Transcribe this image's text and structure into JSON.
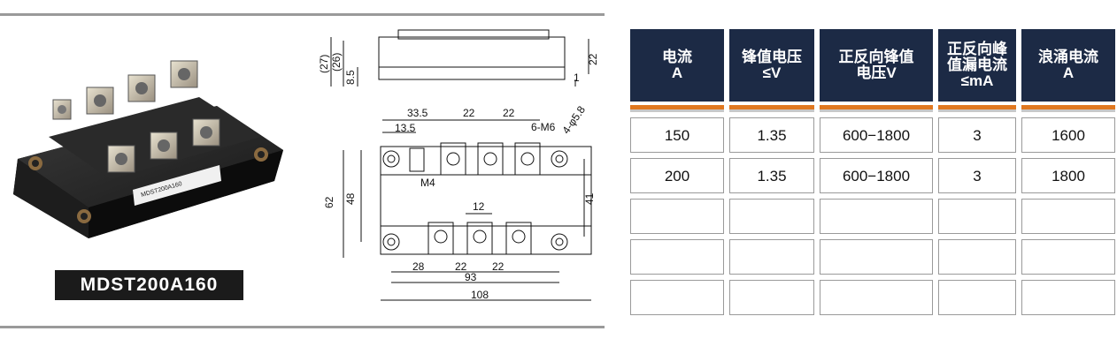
{
  "product": {
    "model": "MDST200A160",
    "case_marking": "MDST200A160"
  },
  "drawing": {
    "dims": {
      "d27": "(27)",
      "d26": "(26)",
      "d85": "8.5",
      "d22r": "22",
      "d1": "1",
      "d335": "33.5",
      "d22a": "22",
      "d22b": "22",
      "d135": "13.5",
      "m6": "6-M6",
      "hole": "4-φ5.8",
      "m4": "M4",
      "d62": "62",
      "d48": "48",
      "d41": "41",
      "d12": "12",
      "d28": "28",
      "d22c": "22",
      "d22d": "22",
      "d93": "93",
      "d108": "108"
    }
  },
  "table": {
    "headers": [
      [
        "电流",
        "A"
      ],
      [
        "锋值电压",
        "≤V"
      ],
      [
        "正反向锋值",
        "电压V"
      ],
      [
        "正反向峰",
        "值漏电流",
        "≤mA"
      ],
      [
        "浪涌电流",
        "A"
      ]
    ],
    "rows": [
      [
        "150",
        "1.35",
        "600−1800",
        "3",
        "1600"
      ],
      [
        "200",
        "1.35",
        "600−1800",
        "3",
        "1800"
      ],
      [
        "",
        "",
        "",
        "",
        ""
      ],
      [
        "",
        "",
        "",
        "",
        ""
      ],
      [
        "",
        "",
        "",
        "",
        ""
      ]
    ]
  }
}
